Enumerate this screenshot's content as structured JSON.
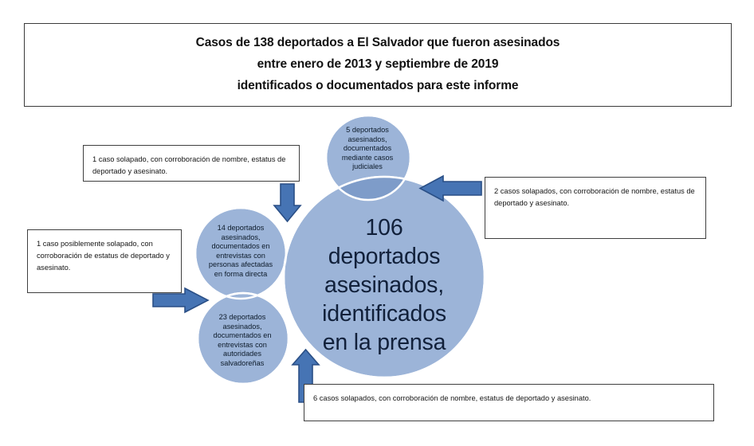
{
  "title": {
    "lines": [
      "Casos de 138 deportados a El Salvador que fueron asesinados",
      "entre enero de 2013 y septiembre de 2019",
      "identificados o documentados para este informe"
    ]
  },
  "colors": {
    "circle_fill": "#9cb4d8",
    "circle_overlap": "#7f9cc8",
    "circle_stroke": "#ffffff",
    "arrow_fill": "#4674b4",
    "arrow_stroke": "#2a4f86",
    "box_border": "#3f3f3f",
    "text": "#111111",
    "background": "#ffffff"
  },
  "diagram": {
    "type": "venn-bubble",
    "circles": [
      {
        "id": "prensa",
        "count": 106,
        "label": "106\ndeportados asesinados, identificados en la prensa",
        "label_lines": [
          "106",
          "deportados",
          "asesinados,",
          "identificados",
          "en la prensa"
        ],
        "role": "main"
      },
      {
        "id": "judiciales",
        "count": 5,
        "label": "5 deportados asesinados, documentados mediante casos judiciales",
        "label_lines": [
          "5 deportados",
          "asesinados,",
          "documentados",
          "mediante casos",
          "judiciales"
        ],
        "role": "satellite-top"
      },
      {
        "id": "personas-afectadas",
        "count": 14,
        "label": "14 deportados asesinados, documentados en entrevistas con personas afectadas en forma directa",
        "label_lines": [
          "14 deportados",
          "asesinados,",
          "documentados en",
          "entrevistas con",
          "personas afectadas",
          "en forma directa"
        ],
        "role": "satellite-left-upper"
      },
      {
        "id": "autoridades",
        "count": 23,
        "label": "23 deportados asesinados, documentados en entrevistas con autoridades salvadoreñas",
        "label_lines": [
          "23 deportados",
          "asesinados,",
          "documentados en",
          "entrevistas con",
          "autoridades",
          "salvadoreñas"
        ],
        "role": "satellite-left-lower"
      }
    ],
    "callouts": [
      {
        "id": "callout-top",
        "text": "1 caso solapado, con corroboración de nombre, estatus de deportado y asesinato.",
        "overlap_count": 1,
        "arrow": "down"
      },
      {
        "id": "callout-right",
        "text": "2 casos solapados, con corroboración de nombre, estatus de deportado y asesinato.",
        "overlap_count": 2,
        "arrow": "left"
      },
      {
        "id": "callout-left",
        "text": "1 caso posiblemente solapado, con corroboración de estatus de deportado y asesinato.",
        "overlap_count": 1,
        "arrow": "right"
      },
      {
        "id": "callout-bottom",
        "text": "6 casos solapados, con corroboración de nombre, estatus de deportado y asesinato.",
        "overlap_count": 6,
        "arrow": "up"
      }
    ],
    "total": 138
  }
}
